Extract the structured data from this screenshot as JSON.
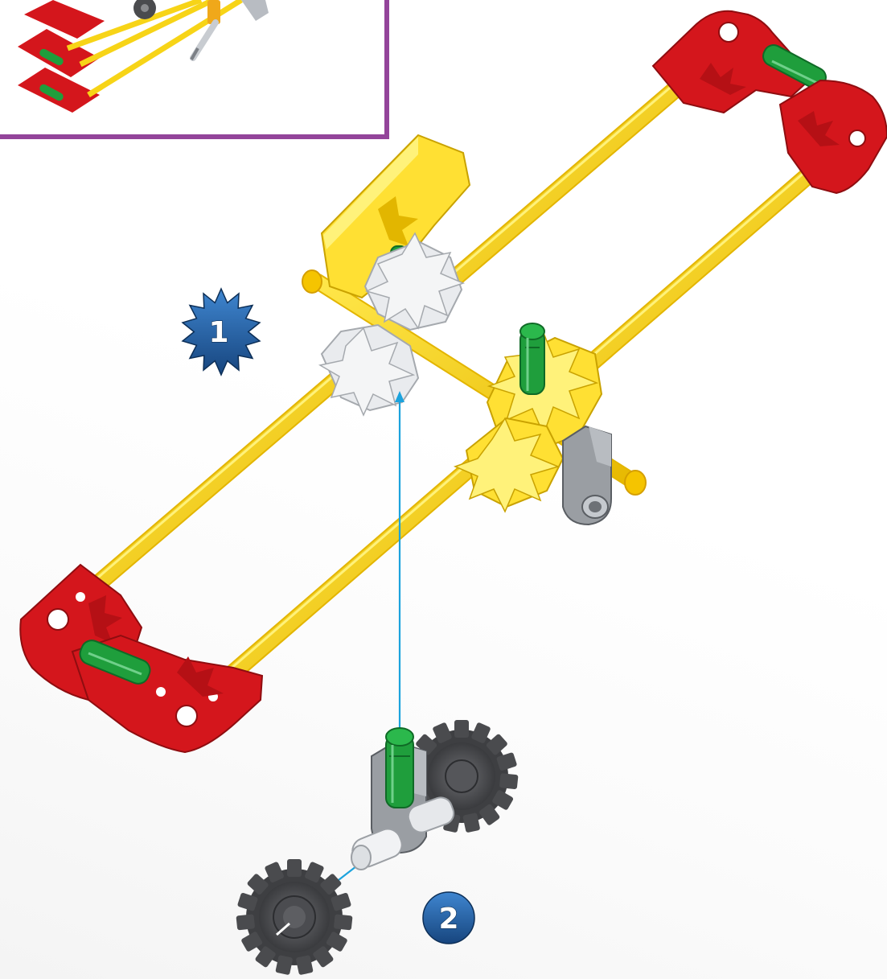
{
  "steps": [
    {
      "number": "1",
      "badge": "starburst"
    },
    {
      "number": "2",
      "badge": "circle"
    }
  ],
  "colors": {
    "frame_red": "#d4161c",
    "rod_yellow": "#f7d417",
    "connector_yellow": "#ffe033",
    "connector_white": "#e9ebee",
    "gear_dark": "#4a4b4e",
    "clip_gray": "#9a9ea3",
    "spacer_green": "#1f9e3c",
    "guide_line": "#1ca3dd",
    "inset_border": "#93449a",
    "badge_blue": "#1f5fa6"
  },
  "icons": {
    "step1_badge": "starburst-icon",
    "step2_badge": "circle-badge-icon"
  }
}
